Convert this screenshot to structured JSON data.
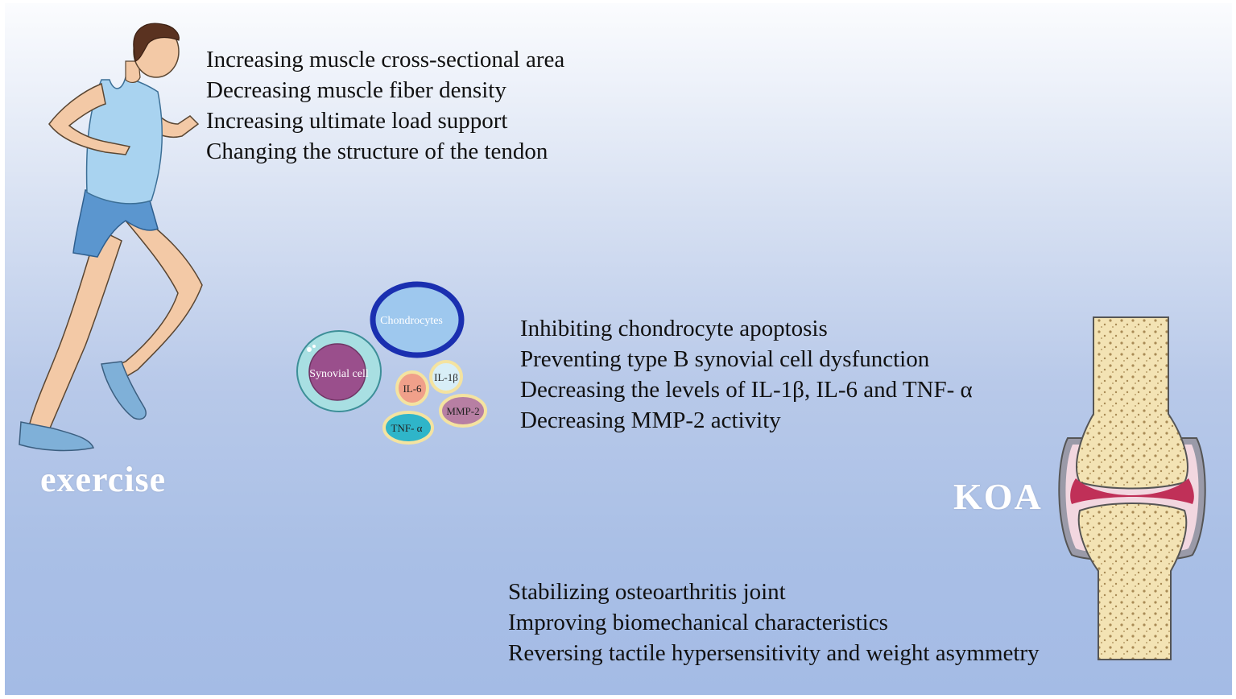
{
  "exercise_effects": [
    "Increasing muscle cross-sectional area",
    "Decreasing muscle fiber density",
    "Increasing ultimate load support",
    "Changing the structure of the tendon"
  ],
  "cell_effects": [
    "Inhibiting chondrocyte apoptosis",
    "Preventing type B synovial cell dysfunction",
    "Decreasing the levels of IL-1β, IL-6 and TNF- α",
    "Decreasing MMP-2 activity"
  ],
  "joint_effects": [
    "Stabilizing osteoarthritis joint",
    "Improving biomechanical characteristics",
    "Reversing tactile hypersensitivity and weight asymmetry"
  ],
  "labels": {
    "exercise": "exercise",
    "koa": "KOA"
  },
  "cells": {
    "chondrocytes": "Chondrocytes",
    "synovial": "Synovial cell",
    "il6": "IL-6",
    "il1b": "IL-1β",
    "mmp2": "MMP-2",
    "tnfa": "TNF- α"
  },
  "colors": {
    "background_top": "#fbfcfe",
    "background_bottom": "#a4bbe5",
    "chondrocyte_ring": "#1a2fb0",
    "synovial_nucleus": "#9a4f8c",
    "bone": "#f3e3b4",
    "cartilage": "#c03058"
  }
}
